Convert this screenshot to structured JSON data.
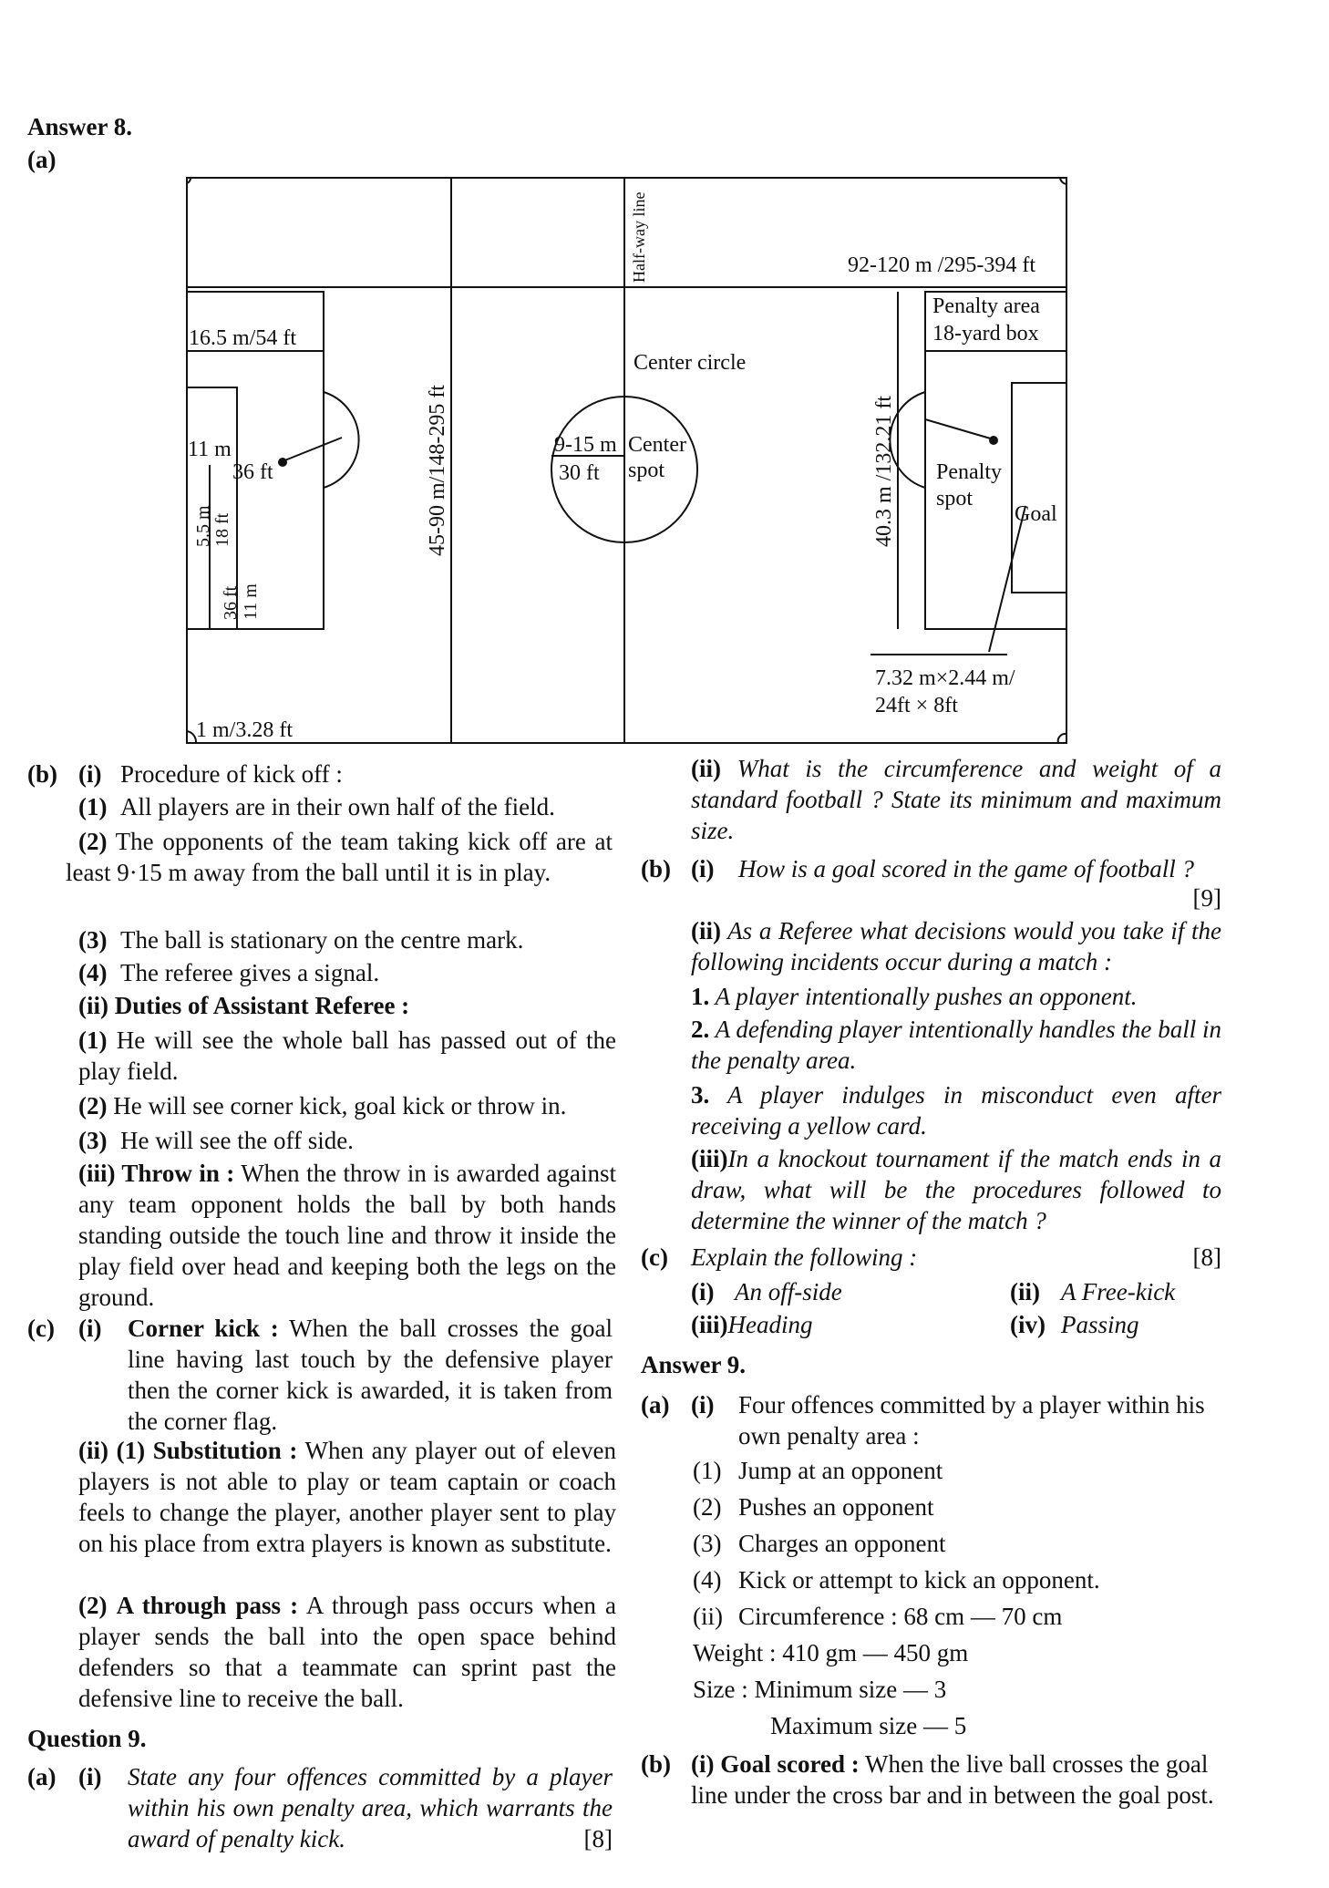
{
  "answer8": {
    "heading": "Answer 8.",
    "part_a": "(a)",
    "field": {
      "halfway_line": "Half-way line",
      "length_label": "92-120 m /295-394 ft",
      "penalty_area_1": "Penalty area",
      "penalty_area_2": "18-yard box",
      "box_width": "16.5 m/54 ft",
      "center_circle": "Center circle",
      "width_label": "45-90 m/148-295 ft",
      "penalty_box_height": "40.3 m /132.21 ft",
      "penalty_mark_11m": "11 m",
      "arc_36ft": "36 ft",
      "circle_radius_m": "9-15 m",
      "circle_radius_ft": "30 ft",
      "center_spot_1": "Center",
      "center_spot_2": "spot",
      "penalty_spot_1": "Penalty",
      "penalty_spot_2": "spot",
      "goal": "Goal",
      "goal_area_m": "5.5 m",
      "goal_area_ft": "18 ft",
      "goal_area_36ft": "36 ft",
      "goal_area_11m": "11 m",
      "goal_size_1": "7.32 m×2.44 m/",
      "goal_size_2": "24ft × 8ft",
      "corner_arc": "1 m/3.28 ft"
    },
    "b": {
      "label": "(b)",
      "i_label": "(i)",
      "i_title": "Procedure of kick off :",
      "i_points": [
        {
          "n": "(1)",
          "t": "All players are in their own half of the field."
        },
        {
          "n": "(2)",
          "t": "The opponents of the team taking kick off are at least 9·15 m away from the ball until it is in play."
        },
        {
          "n": "(3)",
          "t": "The ball is stationary on the centre mark."
        },
        {
          "n": "(4)",
          "t": "The referee gives a signal."
        }
      ],
      "ii_title": "(ii) Duties of Assistant Referee :",
      "ii_points": [
        {
          "n": "(1)",
          "t": "He will see the whole ball has passed out of the play field."
        },
        {
          "n": "(2)",
          "t": "He will see corner kick, goal kick or throw in."
        },
        {
          "n": "(3)",
          "t": "He will see the off side."
        }
      ],
      "iii_title": "(iii) Throw in :",
      "iii_text": "When the throw in is awarded against any team opponent holds the ball by both hands standing outside the touch line and throw it inside the play field over head and keeping both the legs on the ground."
    },
    "c": {
      "label": "(c)",
      "i_label": "(i)",
      "i_title": "Corner kick :",
      "i_text": "When the ball crosses the goal line having last touch by the defensive player then the corner kick is awarded, it is taken from the corner flag.",
      "ii_1_label": "(ii) (1)",
      "ii_1_title": "Substitution :",
      "ii_1_text": "When any player out of eleven players is not able to play or team captain or coach feels to change the player, another player sent to play on his place from extra players is known as substitute.",
      "ii_2_label": "(2)",
      "ii_2_title": "A through pass :",
      "ii_2_text": "A through pass occurs when a player sends the ball into the open space behind defenders so that a teammate can sprint past the defensive line to receive the ball."
    }
  },
  "question9": {
    "heading": "Question 9.",
    "a_label": "(a)",
    "a_i_label": "(i)",
    "a_i_text": "State any four offences committed by a player within his own penalty area, which warrants the award of penalty kick.",
    "a_i_marks": "[8]",
    "a_ii_label": "(ii)",
    "a_ii_text": "What is the circumference and weight of a standard football ? State its minimum and maximum size.",
    "b_label": "(b)",
    "b_i_label": "(i)",
    "b_i_text": "How is a goal scored in the game of football ?",
    "b_marks": "[9]",
    "b_ii_label": "(ii)",
    "b_ii_text": "As a Referee what decisions would you take if the following incidents occur during a match :",
    "b_ii_items": [
      {
        "n": "1.",
        "t": "A player intentionally pushes an opponent."
      },
      {
        "n": "2.",
        "t": "A defending player intentionally handles the ball in the penalty area."
      },
      {
        "n": "3.",
        "t": "A player indulges in misconduct even after receiving a yellow card."
      }
    ],
    "b_iii_label": "(iii)",
    "b_iii_text": "In a knockout tournament if the match ends in a draw, what will be the procedures followed to determine the winner of the match ?",
    "c_label": "(c)",
    "c_text": "Explain the following :",
    "c_marks": "[8]",
    "c_items": [
      {
        "n": "(i)",
        "t": "An off-side"
      },
      {
        "n": "(ii)",
        "t": "A Free-kick"
      },
      {
        "n": "(iii)",
        "t": "Heading"
      },
      {
        "n": "(iv)",
        "t": "Passing"
      }
    ]
  },
  "answer9": {
    "heading": "Answer 9.",
    "a_label": "(a)",
    "a_i_label": "(i)",
    "a_i_text": "Four offences committed by a player within his own penalty area :",
    "a_i_points": [
      {
        "n": "(1)",
        "t": "Jump at an opponent"
      },
      {
        "n": "(2)",
        "t": "Pushes an opponent"
      },
      {
        "n": "(3)",
        "t": "Charges an opponent"
      },
      {
        "n": "(4)",
        "t": "Kick or attempt to kick an opponent."
      }
    ],
    "a_ii_label": "(ii)",
    "a_ii_text": "Circumference  :  68 cm — 70 cm",
    "weight": "Weight : 410 gm  — 450 gm",
    "size_min": "Size : Minimum size — 3",
    "size_max": "Maximum size — 5",
    "b_label": "(b)",
    "b_i_label": "(i)",
    "b_i_title": "Goal scored :",
    "b_i_text": "When the live ball crosses the goal line under the cross bar and in between the goal post."
  }
}
